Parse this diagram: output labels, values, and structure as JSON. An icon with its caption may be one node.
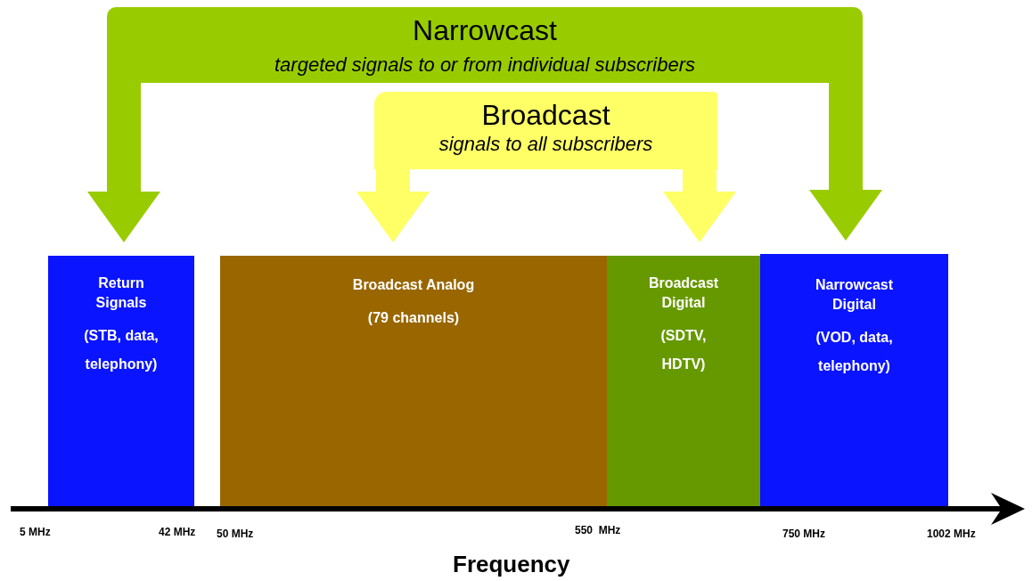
{
  "diagram": {
    "nodes": [
      {
        "text": [
          "Narrowcast",
          "targeted signals to or from individual subscribers"
        ]
      },
      {
        "text": [
          "Broadcast",
          "signals to all subscribers"
        ]
      },
      {
        "text": [
          "Return Signals",
          "(STB, data, telephony)"
        ]
      },
      {
        "text": [
          "Broadcast Analog",
          "(79 channels)"
        ]
      },
      {
        "text": [
          "Broadcast Digital",
          "(SDTV, HDTV)"
        ]
      },
      {
        "text": [
          "Narrowcast Digital",
          "(VOD, data, telephony)"
        ]
      }
    ],
    "edges": [
      {
        "from": 0,
        "to": 2,
        "arrow": "to",
        "style": "thick",
        "color": "#99cc00"
      },
      {
        "from": 0,
        "to": 5,
        "arrow": "to",
        "style": "thick",
        "color": "#99cc00"
      },
      {
        "from": 1,
        "to": 3,
        "arrow": "to",
        "style": "thick",
        "color": "#ffff66"
      },
      {
        "from": 1,
        "to": 4,
        "arrow": "to",
        "style": "thick",
        "color": "#ffff66"
      }
    ],
    "labels": [
      "5 MHz",
      "42 MHz",
      "50 MHz",
      "550  MHz",
      "750 MHz",
      "1002 MHz",
      "Frequency"
    ]
  }
}
